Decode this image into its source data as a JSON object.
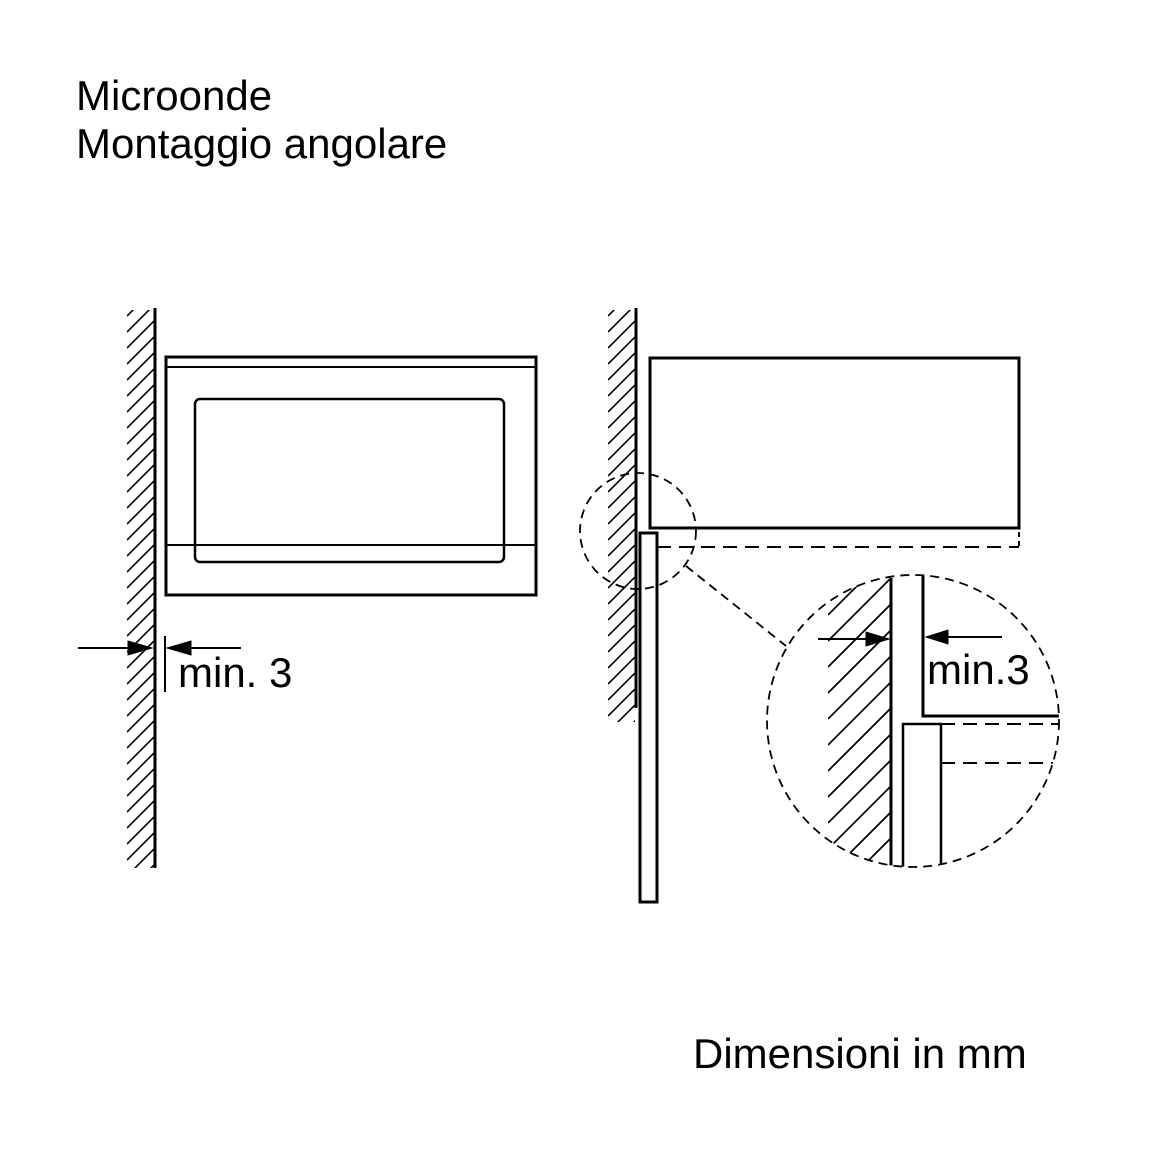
{
  "title": {
    "line1": "Microonde",
    "line2": "Montaggio angolare"
  },
  "dimensions": {
    "left_gap": "min. 3",
    "detail_gap": "min.3"
  },
  "footer_note": "Dimensioni in mm",
  "colors": {
    "ink": "#000000",
    "background": "#ffffff"
  }
}
